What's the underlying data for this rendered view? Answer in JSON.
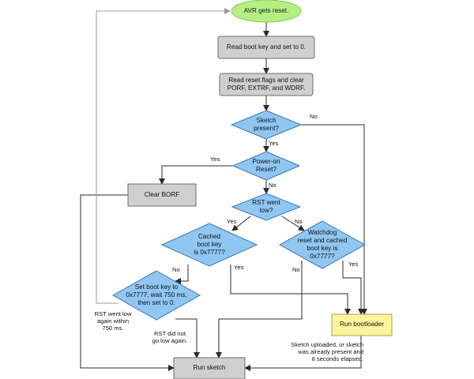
{
  "colors": {
    "start_fill": "#b5ef84",
    "start_stroke": "#7ccb4e",
    "process_fill": "#cfcfcf",
    "process_stroke": "#6c6c6c",
    "decision_fill": "#8fc6f2",
    "decision_stroke": "#3a78b5",
    "bootloader_fill": "#fbf59e",
    "bootloader_stroke": "#a9a341",
    "line": "#2b2b2b",
    "loop_line": "#9a9a9a"
  },
  "nodes": {
    "start": "AVR gets reset.",
    "read_boot_key": "Read boot key and set to 0.",
    "read_reset_flags": "Read reset flags and clear\nPORF, EXTRF, and WDRF.",
    "sketch_present": "Sketch\npresent?",
    "power_on_reset": "Power-on\nReset?",
    "clear_borf": "Clear BORF",
    "rst_went_low": "RST went\nlow?",
    "cached_boot_key": "Cached\nboot key\nis 0x7777?",
    "watchdog_reset": "Watchdog\nreset and cached\nboot key is\n0x7777?",
    "set_boot_key": "Set boot key to\n0x7777, wait 750 ms,\nthen set to 0.",
    "run_bootloader": "Run bootloader",
    "run_sketch": "Run sketch"
  },
  "edge_labels": {
    "sketch_no": "No",
    "sketch_yes": "Yes",
    "power_yes": "Yes",
    "power_no": "No",
    "rst_yes": "Yes",
    "rst_no": "No",
    "cached_no": "No",
    "cached_yes": "Yes",
    "watchdog_yes": "Yes",
    "watchdog_no": "No"
  },
  "notes": {
    "rst_low_again": "RST went low\nagain within\n750 ms.",
    "rst_not_low": "RST did not\ngo low again.",
    "sketch_uploaded": "Sketch uploaded, or sketch\nwas already present and\n8 seconds elapsed."
  }
}
